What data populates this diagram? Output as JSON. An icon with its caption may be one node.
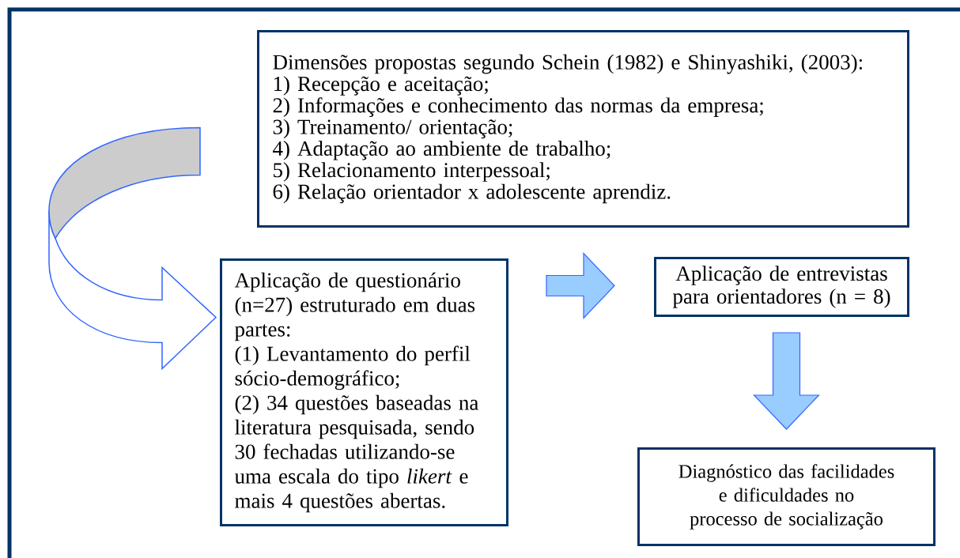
{
  "diagram": {
    "nodes": [
      {
        "text": [
          "Dimensões propostas segundo Schein (1982) e Shinyashiki, (2003):",
          "1) Recepção e aceitação;",
          "2) Informações e conhecimento das normas da empresa;",
          "3) Treinamento/ orientação;",
          "4) Adaptação ao ambiente de trabalho;",
          "5) Relacionamento interpessoal;",
          "6) Relação orientador x adolescente aprendiz."
        ]
      },
      {
        "text": [
          "Aplicação de questionário (n=27) estruturado em duas partes:",
          "(1) Levantamento do perfil sócio-demográfico;",
          "(2) 34 questões baseadas na literatura pesquisada, sendo 30 fechadas utilizando-se uma escala do tipo *likert* e mais 4 questões abertas."
        ]
      },
      {
        "text": [
          "Aplicação de entrevistas para orientadores (n = 8)"
        ]
      },
      {
        "text": [
          "Diagnóstico das facilidades e dificuldades no processo de socialização"
        ]
      }
    ],
    "edges": [
      {
        "from": 0,
        "to": 1,
        "arrow": "to"
      },
      {
        "from": 1,
        "to": 2,
        "arrow": "to"
      },
      {
        "from": 2,
        "to": 3,
        "arrow": "to"
      }
    ]
  }
}
